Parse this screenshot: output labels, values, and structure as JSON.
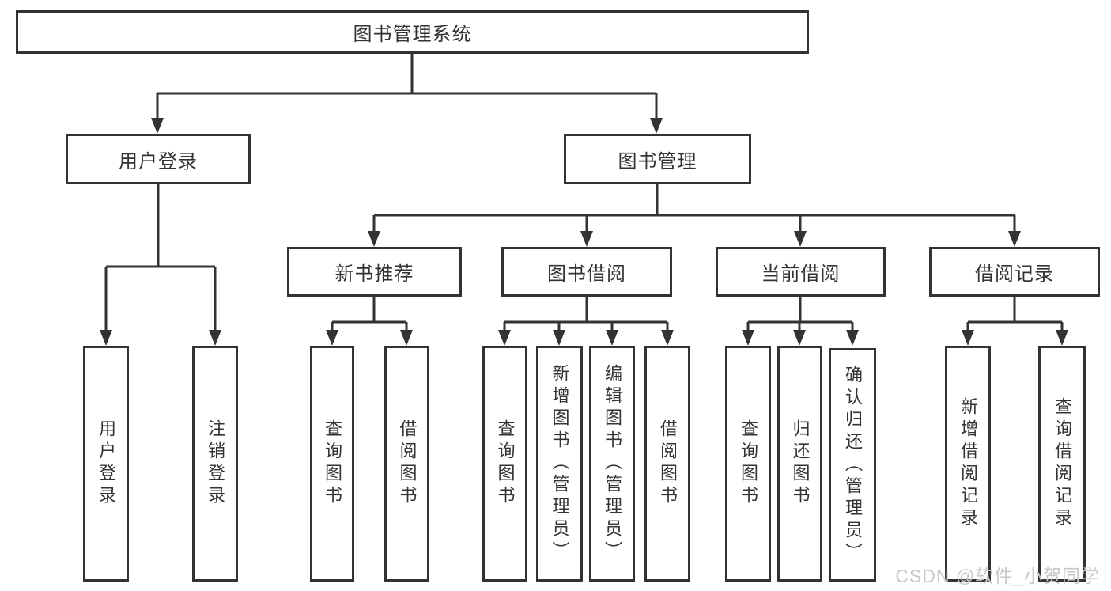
{
  "diagram_title": "图书管理系统",
  "tree": {
    "root": {
      "label": "图书管理系统"
    },
    "branches": [
      {
        "label": "用户登录",
        "leaves": [
          {
            "label": "用户登录"
          },
          {
            "label": "注销登录"
          }
        ]
      },
      {
        "label": "图书管理",
        "groups": [
          {
            "label": "新书推荐",
            "leaves": [
              {
                "label": "查询图书"
              },
              {
                "label": "借阅图书"
              }
            ]
          },
          {
            "label": "图书借阅",
            "leaves": [
              {
                "label": "查询图书"
              },
              {
                "label": "新增图书（管理员）"
              },
              {
                "label": "编辑图书（管理员）"
              },
              {
                "label": "借阅图书"
              }
            ]
          },
          {
            "label": "当前借阅",
            "leaves": [
              {
                "label": "查询图书"
              },
              {
                "label": "归还图书"
              },
              {
                "label": "确认归还（管理员）"
              }
            ]
          },
          {
            "label": "借阅记录",
            "leaves": [
              {
                "label": "新增借阅记录"
              },
              {
                "label": "查询借阅记录"
              }
            ]
          }
        ]
      }
    ]
  },
  "watermark": {
    "text": "CSDN @软件_小贺同学"
  },
  "colors": {
    "line": "#333333",
    "box_border": "#333333",
    "box_background": "#ffffff",
    "text": "#333333",
    "watermark": "#c9c9c9"
  }
}
